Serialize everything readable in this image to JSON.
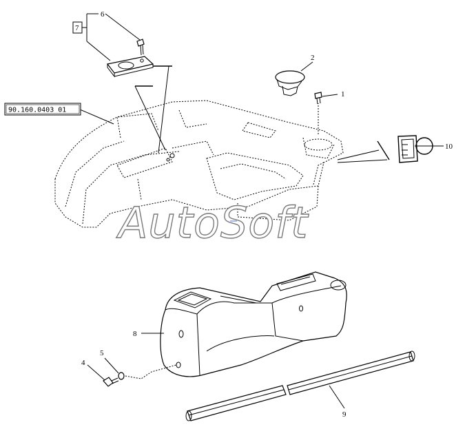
{
  "diagram": {
    "reference_label": "90.160.0403 01",
    "watermark": "AutoSoft",
    "callouts": [
      {
        "id": "c1",
        "text": "1"
      },
      {
        "id": "c2",
        "text": "2"
      },
      {
        "id": "c4",
        "text": "4"
      },
      {
        "id": "c5",
        "text": "5"
      },
      {
        "id": "c6",
        "text": "6"
      },
      {
        "id": "c7",
        "text": "7"
      },
      {
        "id": "c8",
        "text": "8"
      },
      {
        "id": "c9",
        "text": "9"
      },
      {
        "id": "c10",
        "text": "10"
      }
    ]
  }
}
